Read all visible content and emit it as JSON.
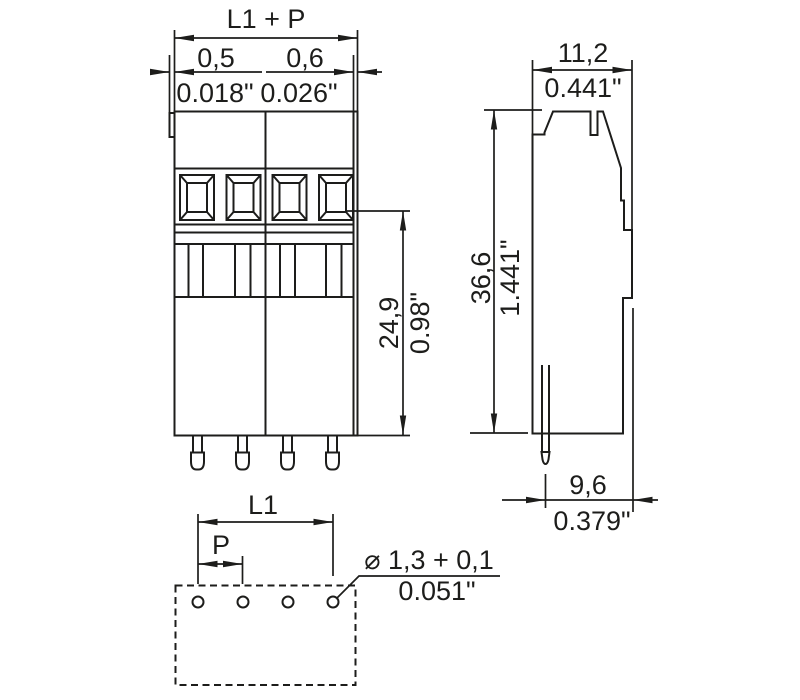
{
  "drawing_type": "terminal-block-dimensional-drawing",
  "colors": {
    "line": "#1d1d1b",
    "background": "#ffffff"
  },
  "views": {
    "front": {
      "dims": {
        "pitch_total": "L1 + P",
        "offset_left_mm": "0,5",
        "offset_left_in": "0.018\"",
        "offset_right_mm": "0,6",
        "offset_right_in": "0.026\"",
        "depth_mm": "24,9",
        "depth_in": "0.98\""
      }
    },
    "side": {
      "dims": {
        "width_mm": "11,2",
        "width_in": "0.441\"",
        "height_mm": "36,6",
        "height_in": "1.441\"",
        "base_mm": "9,6",
        "base_in": "0.379\""
      }
    },
    "footprint": {
      "dims": {
        "length": "L1",
        "pitch": "P",
        "hole_mm": "⌀ 1,3 + 0,1",
        "hole_in": "0.051\""
      }
    }
  }
}
